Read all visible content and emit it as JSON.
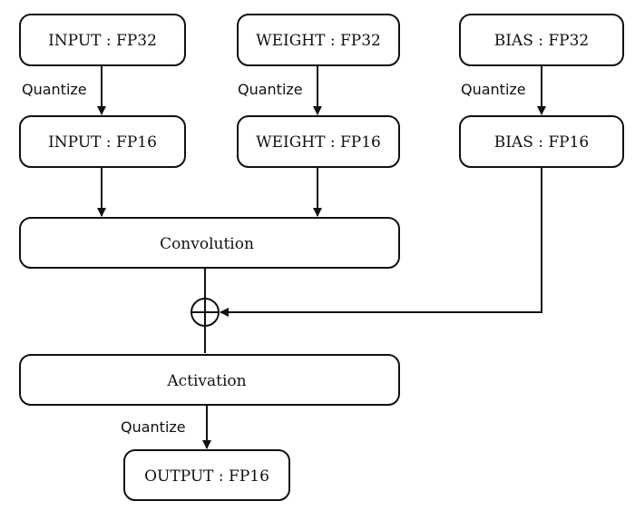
{
  "nodes": {
    "input_fp32": "INPUT : FP32",
    "weight_fp32": "WEIGHT : FP32",
    "bias_fp32": "BIAS : FP32",
    "input_fp16": "INPUT : FP16",
    "weight_fp16": "WEIGHT : FP16",
    "bias_fp16": "BIAS : FP16",
    "convolution": "Convolution",
    "activation": "Activation",
    "output_fp16": "OUTPUT : FP16"
  },
  "edge_labels": {
    "input_quantize": "Quantize",
    "weight_quantize": "Quantize",
    "bias_quantize": "Quantize",
    "output_quantize": "Quantize"
  },
  "icons": {
    "sum": "circle-plus-icon"
  },
  "colors": {
    "stroke": "#111111",
    "background": "#ffffff"
  }
}
